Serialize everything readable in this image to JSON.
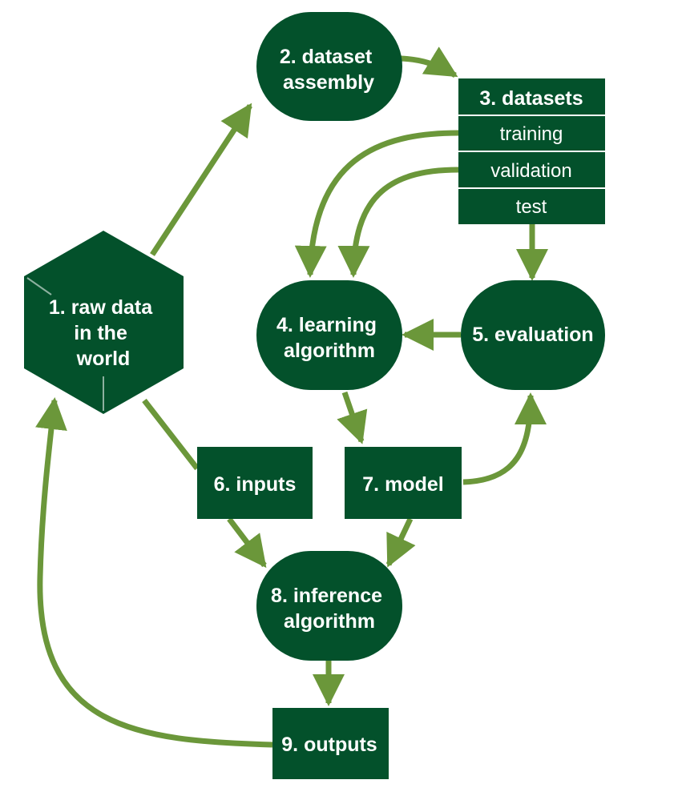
{
  "colors": {
    "node_fill": "#03512b",
    "arrow": "#6b973a",
    "text": "#ffffff",
    "divider": "#ffffff"
  },
  "nodes": {
    "raw_data": {
      "line1": "1. raw data",
      "line2": "in the",
      "line3": "world",
      "shape": "hexagon"
    },
    "dataset_assembly": {
      "line1": "2. dataset",
      "line2": "assembly",
      "shape": "rounded"
    },
    "datasets": {
      "title": "3. datasets",
      "rows": [
        "training",
        "validation",
        "test"
      ],
      "shape": "table"
    },
    "learning_algorithm": {
      "line1": "4. learning",
      "line2": "algorithm",
      "shape": "rounded"
    },
    "evaluation": {
      "line1": "5. evaluation",
      "shape": "rounded"
    },
    "inputs": {
      "line1": "6. inputs",
      "shape": "rectangle"
    },
    "model": {
      "line1": "7. model",
      "shape": "rectangle"
    },
    "inference_algorithm": {
      "line1": "8. inference",
      "line2": "algorithm",
      "shape": "rounded"
    },
    "outputs": {
      "line1": "9. outputs",
      "shape": "rectangle"
    }
  }
}
